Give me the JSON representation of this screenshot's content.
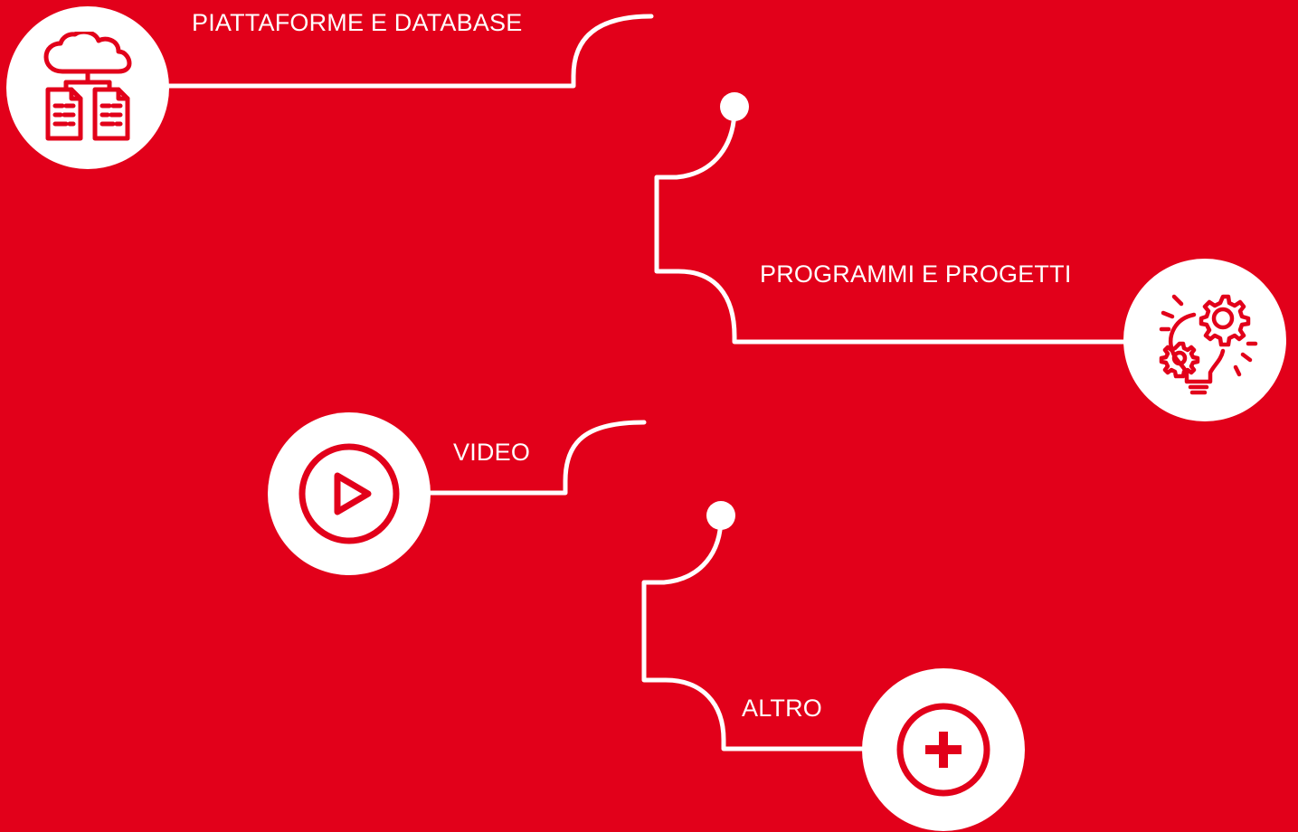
{
  "theme": {
    "background": "#e2001a",
    "line": "#ffffff",
    "icon": "#e2001a"
  },
  "items": [
    {
      "label": "PIATTAFORME E DATABASE",
      "icon": "cloud-documents-icon"
    },
    {
      "label": "PROGRAMMI E PROGETTI",
      "icon": "lightbulb-gears-icon"
    },
    {
      "label": "VIDEO",
      "icon": "play-icon"
    },
    {
      "label": "ALTRO",
      "icon": "plus-icon"
    }
  ]
}
